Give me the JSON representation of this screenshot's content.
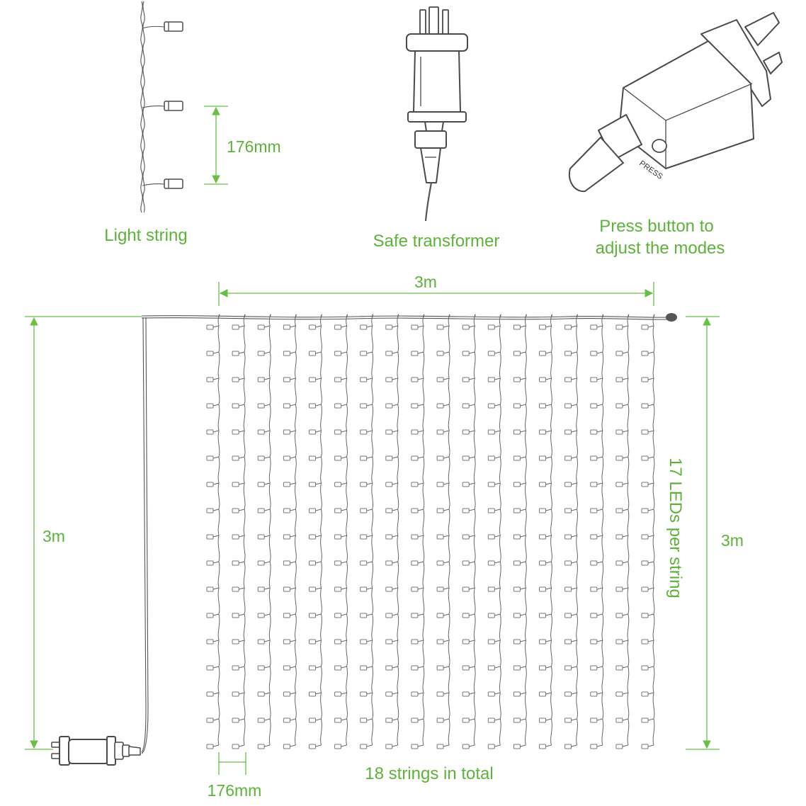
{
  "top_items": {
    "light_string": {
      "label": "Light string",
      "spacing_label": "176mm",
      "icon": "light-string-icon"
    },
    "transformer": {
      "label": "Safe transformer",
      "icon": "plug-transformer-icon"
    },
    "controller": {
      "label_line1": "Press button to",
      "label_line2": "adjust the modes",
      "button_text": "PRESS",
      "icon": "controller-icon"
    }
  },
  "curtain": {
    "width_label": "3m",
    "left_lead_label": "3m",
    "height_label": "3m",
    "leds_per_string_label": "17 LEDs per string",
    "strings_total_label": "18 strings in total",
    "string_spacing_label": "176mm",
    "strings_count": 18,
    "leds_per_string": 17
  },
  "colors": {
    "annotation": "#5db33a",
    "line_art": "#4a4a4a"
  }
}
